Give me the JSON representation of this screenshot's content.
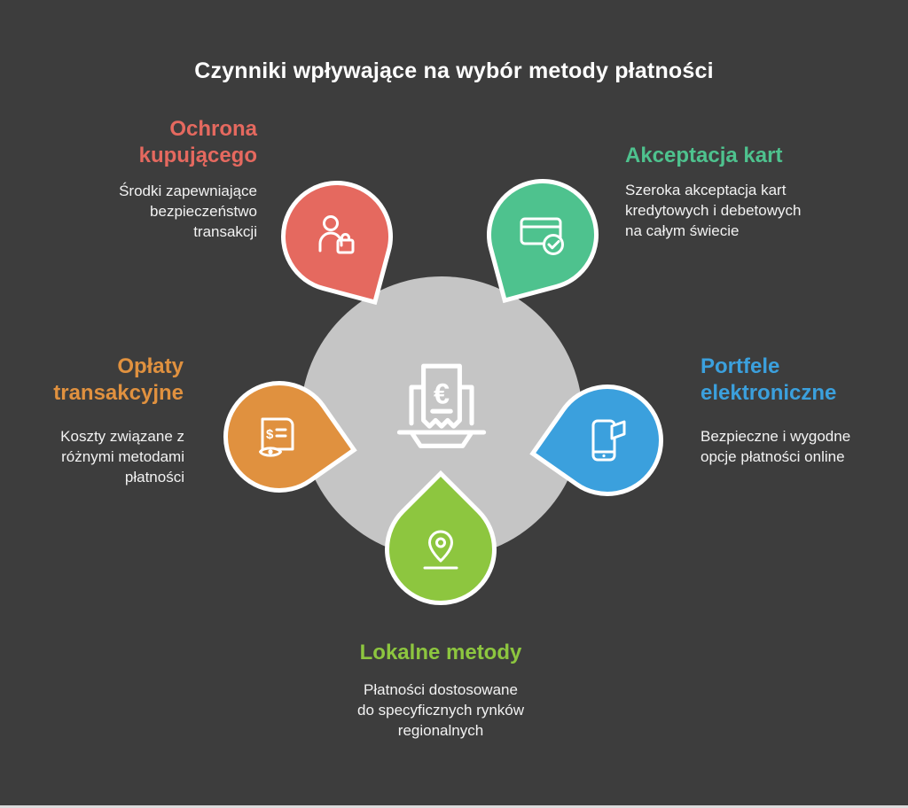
{
  "title": "Czynniki wpływające na wybór metody płatności",
  "colors": {
    "background": "#3d3d3d",
    "center_circle": "#c5c5c5",
    "title_text": "#ffffff",
    "description_text": "#f2f2f2"
  },
  "center": {
    "icon": "laptop-receipt-euro-icon",
    "currency_symbol": "€"
  },
  "factors": [
    {
      "id": "buyer-protection",
      "label": "Ochrona kupującego",
      "description": "Środki zapewniające bezpieczeństwo transakcji",
      "color": "#e5695f",
      "icon": "buyer-protection-icon"
    },
    {
      "id": "card-acceptance",
      "label": "Akceptacja kart",
      "description": "Szeroka akceptacja kart kredytowych i debetowych na całym świecie",
      "color": "#4ec28e",
      "icon": "card-acceptance-icon"
    },
    {
      "id": "transaction-fees",
      "label": "Opłaty transakcyjne",
      "description": "Koszty związane z różnymi metodami płatności",
      "color": "#e0913f",
      "icon": "transaction-fees-icon",
      "icon_symbol": "$"
    },
    {
      "id": "e-wallets",
      "label": "Portfele elektroniczne",
      "description": "Bezpieczne i wygodne opcje płatności online",
      "color": "#3ba0dd",
      "icon": "e-wallet-icon"
    },
    {
      "id": "local-methods",
      "label": "Lokalne metody",
      "description": "Płatności dostosowane do specyficznych rynków regionalnych",
      "color": "#8dc63f",
      "icon": "location-pin-icon"
    }
  ]
}
